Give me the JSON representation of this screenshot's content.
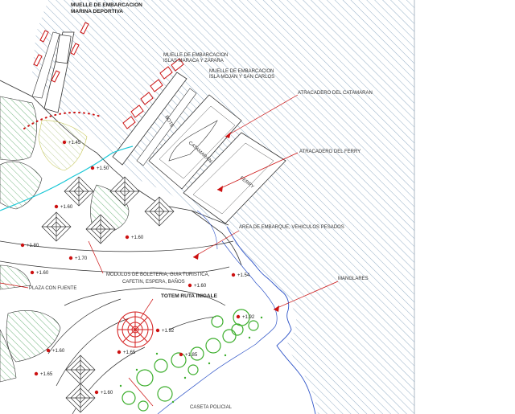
{
  "labels": {
    "muelle_marina_1": "MUELLE DE EMBARCACION",
    "muelle_marina_2": "MARINA DEPORTIVA",
    "muelle_maraca_1": "MUELLE DE EMBARCACION",
    "muelle_maraca_2": "ISLAS MARACA Y ZAPARA",
    "muelle_mojan_1": "MUELLE DE EMBARCACION",
    "muelle_mojan_2": "ISLA MOJAN Y SAN CARLOS",
    "atracadero_catamaran": "ATRACADERO DEL CATAMARAN",
    "atracadero_ferry": "ATRACADERO DEL FERRY",
    "area_embarque": "AREA DE EMBARQUE, VEHICULOS PESADOS",
    "modulos_1": "MODULOS DE BOLETERIA, GUIA TURISTICA,",
    "modulos_2": "CAFETIN, ESPERA, BAÑOS",
    "manglares": "MANGLARES",
    "plaza": "PLAZA CON FUENTE",
    "totem": "TOTEM RUTA INIGALE",
    "caseta": "CASETA POLICIAL",
    "catamaran_tag": "CATAMARAN",
    "ferry_tag": "FERRY",
    "boat_tag": "BOTE"
  },
  "elevations": {
    "e1": "+1.45",
    "e2": "+1.50",
    "e3": "+1.60",
    "e4": "+1.60",
    "e5": "+1.70",
    "e6": "+1.80",
    "e7": "+1.60",
    "e8": "+1.54",
    "e9": "+1.60",
    "e10": "+1.92",
    "e11": "+1.92",
    "e12": "+1.85",
    "e13": "+1.65",
    "e14": "+1.60",
    "e15": "+1.65",
    "e16": "+1.60"
  },
  "colors": {
    "water_hatch": "#7a9ab8",
    "green_hatch": "#3b9a4e",
    "leader": "#cc1111",
    "pier": "#333333",
    "cyan_path": "#19c7d6",
    "shoreline": "#2d53c7",
    "totem": "#d41f1f",
    "trees": "#3cae2c"
  }
}
